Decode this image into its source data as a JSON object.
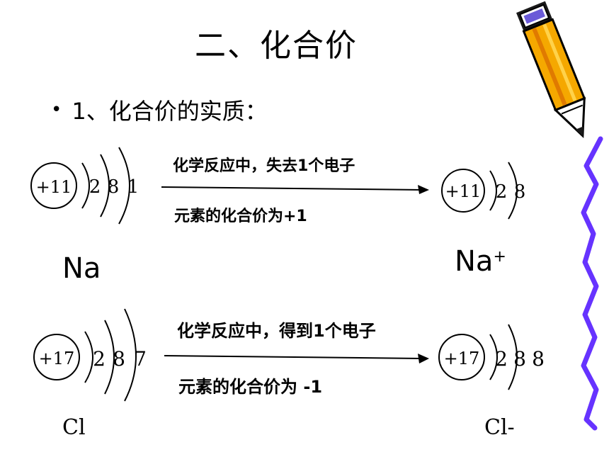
{
  "title": "二、化合价",
  "bullet": {
    "dot": "•",
    "text": "1、化合价的实质："
  },
  "reaction_na": {
    "caption_top": "化学反应中，失去1个电子",
    "caption_bottom": "元素的化合价为+1",
    "atom_left": {
      "nucleus": "+11",
      "shells": [
        "2",
        "8",
        "1"
      ]
    },
    "atom_right": {
      "nucleus": "+11",
      "shells": [
        "2",
        "8"
      ]
    },
    "label_left": "Na",
    "label_right_base": "Na",
    "label_right_charge": "+"
  },
  "reaction_cl": {
    "caption_top": "化学反应中，得到1个电子",
    "caption_bottom": "元素的化合价为 -1",
    "atom_left": {
      "nucleus": "+17",
      "shells": [
        "2",
        "8",
        "7"
      ]
    },
    "atom_right": {
      "nucleus": "+17",
      "shells": [
        "2",
        "8",
        "8"
      ]
    },
    "label_left": "Cl",
    "label_right": "Cl-"
  },
  "decor": {
    "pencil_icon": "pencil-icon",
    "wavy_line_color": "#6633ff",
    "pencil_body_color": "#f5a800"
  }
}
